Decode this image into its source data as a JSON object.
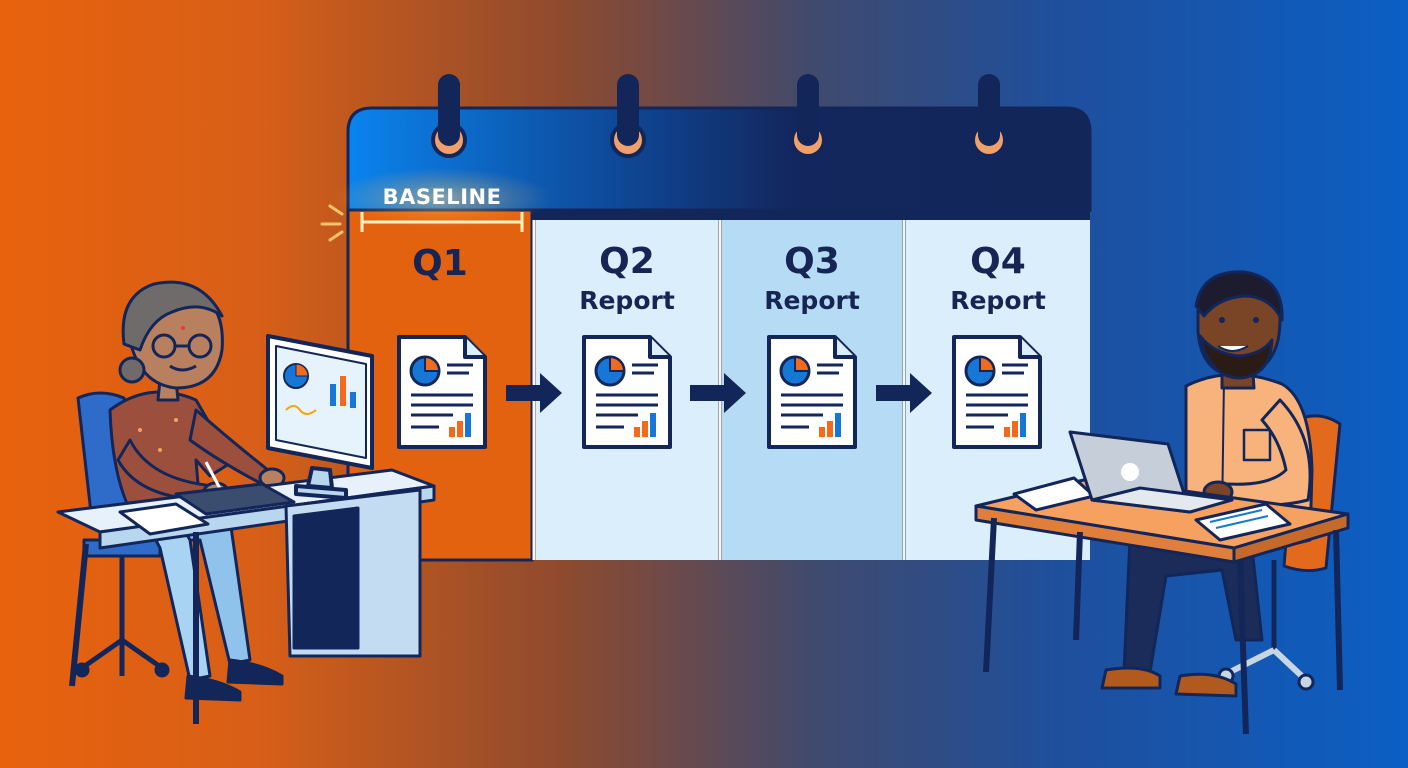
{
  "calendar": {
    "columns": [
      {
        "title": "Q1",
        "subtitle": "",
        "tag": "BASELINE"
      },
      {
        "title": "Q2",
        "subtitle": "Report"
      },
      {
        "title": "Q3",
        "subtitle": "Report"
      },
      {
        "title": "Q4",
        "subtitle": "Report"
      }
    ]
  },
  "colors": {
    "orange": "#e8620e",
    "navy": "#172554",
    "light_blue": "#dbeefb",
    "mid_blue": "#b5dcf4",
    "accent_blue": "#1677d6"
  }
}
